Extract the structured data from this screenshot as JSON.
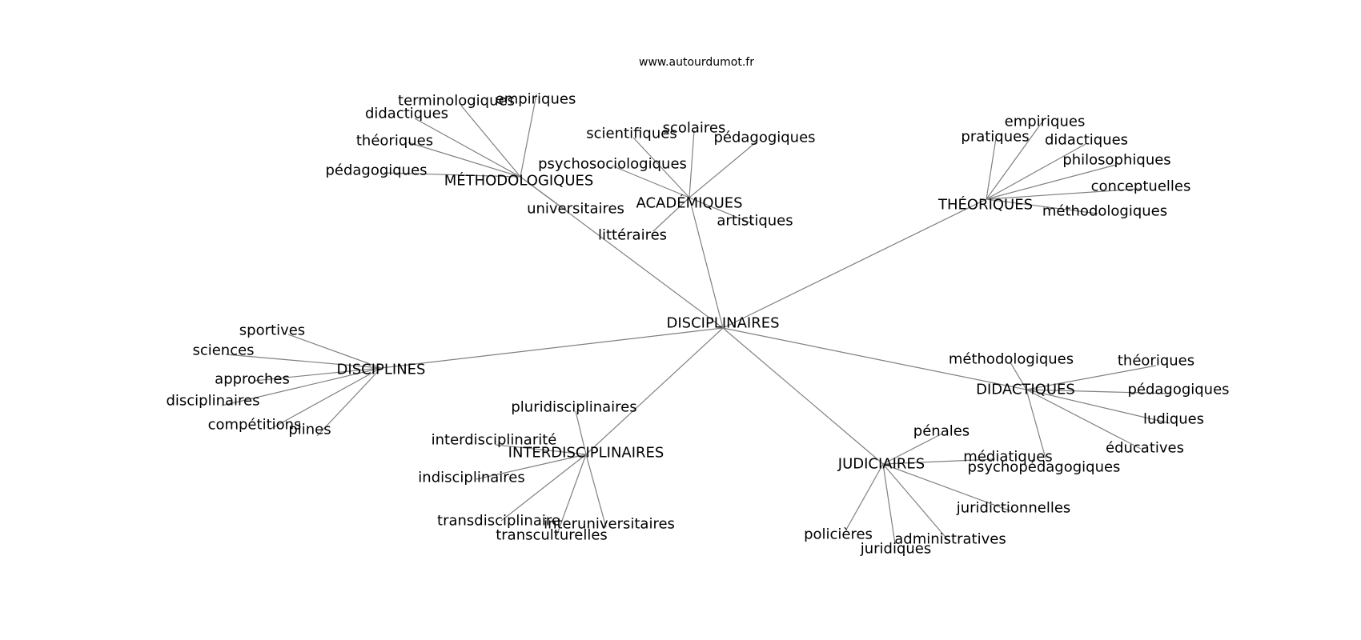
{
  "source": "www.autourdumot.fr",
  "colors": {
    "edge": "#808080",
    "text": "#000000",
    "background": "#ffffff"
  },
  "graph": {
    "root": "DISCIPLINAIRES",
    "branches": [
      {
        "hub": "MÉTHODOLOGIQUES",
        "leaves": [
          "terminologiques",
          "empiriques",
          "didactiques",
          "théoriques",
          "pédagogiques",
          "universitaires"
        ]
      },
      {
        "hub": "ACADÉMIQUES",
        "leaves": [
          "scientifiques",
          "scolaires",
          "pédagogiques",
          "psychosociologiques",
          "artistiques",
          "littéraires"
        ]
      },
      {
        "hub": "THÉORIQUES",
        "leaves": [
          "empiriques",
          "pratiques",
          "didactiques",
          "philosophiques",
          "conceptuelles",
          "méthodologiques"
        ]
      },
      {
        "hub": "DISCIPLINES",
        "leaves": [
          "sportives",
          "sciences",
          "approches",
          "disciplinaires",
          "compétitions",
          "plines"
        ]
      },
      {
        "hub": "INTERDISCIPLINAIRES",
        "leaves": [
          "pluridisciplinaires",
          "interdisciplinarité",
          "indisciplinaires",
          "transdisciplinaire",
          "interuniversitaires",
          "transculturelles"
        ]
      },
      {
        "hub": "JUDICIAIRES",
        "leaves": [
          "pénales",
          "médiatiques",
          "juridictionnelles",
          "policières",
          "administratives",
          "juridiques"
        ]
      },
      {
        "hub": "DIDACTIQUES",
        "leaves": [
          "méthodologiques",
          "théoriques",
          "pédagogiques",
          "ludiques",
          "éducatives",
          "psychopédagogiques"
        ]
      }
    ]
  }
}
